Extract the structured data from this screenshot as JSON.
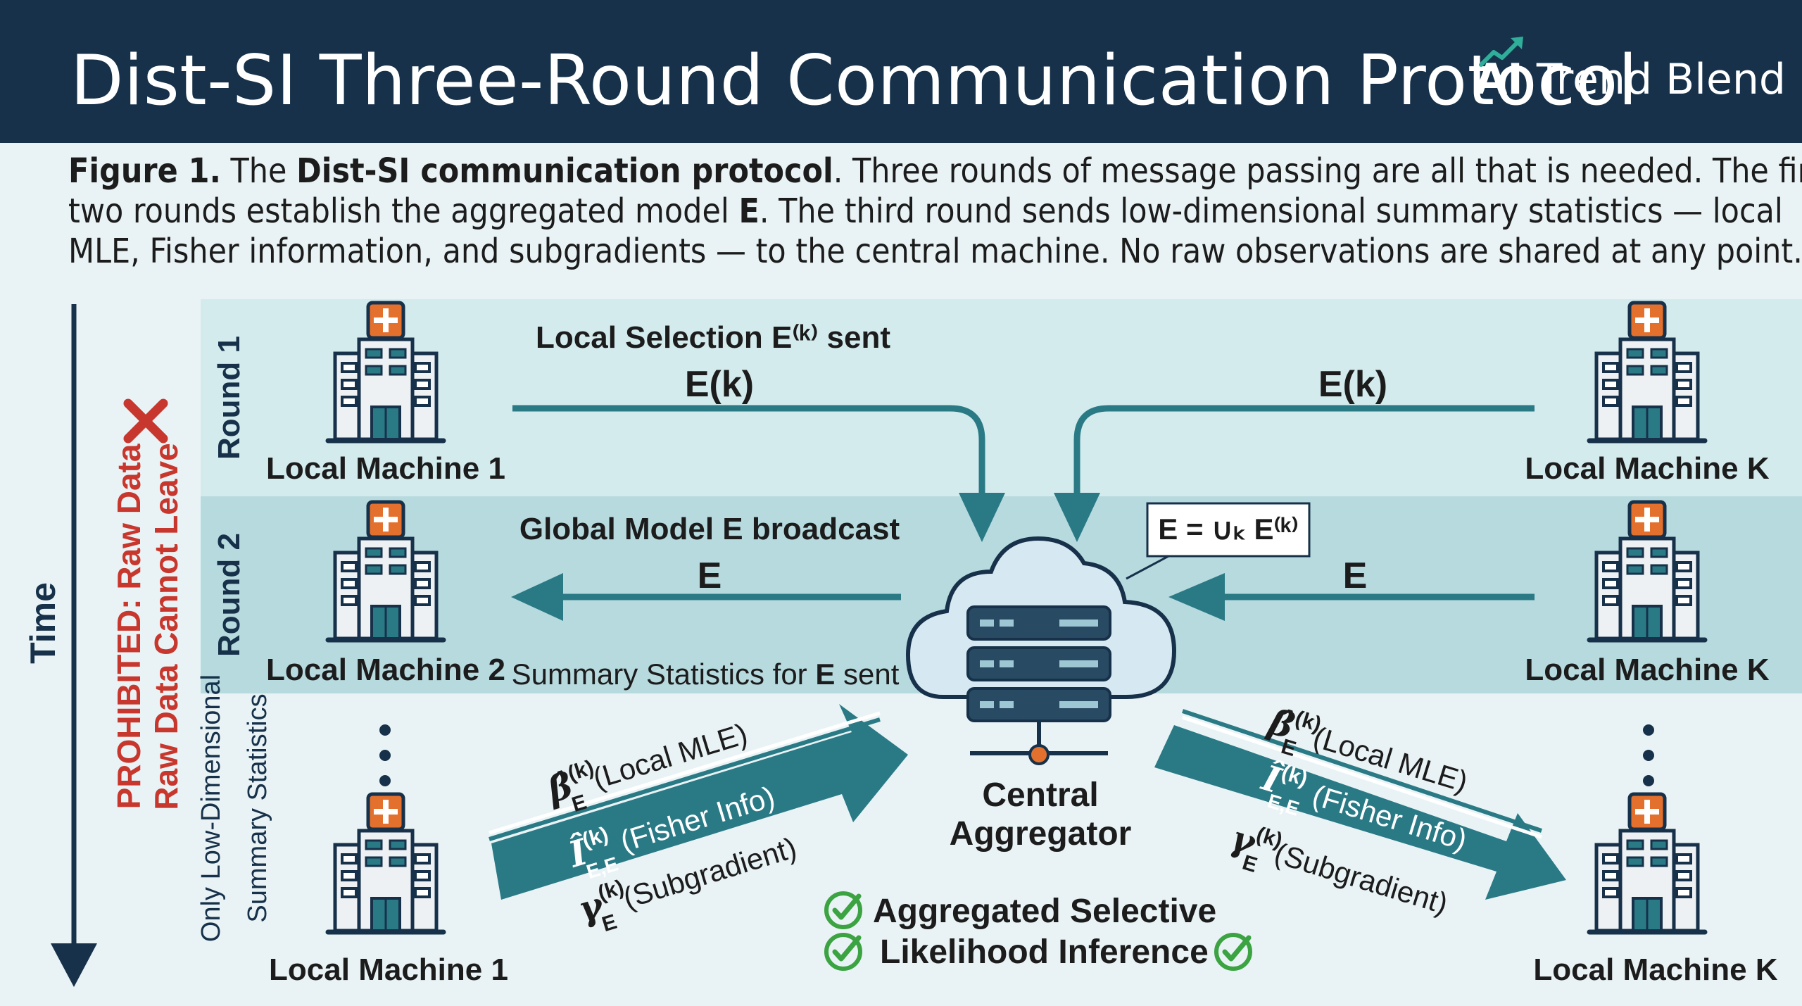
{
  "header": {
    "title": "Dist-SI Three-Round Communication Protocol",
    "logo_text": "AI Trend Blend"
  },
  "caption": {
    "fig_label": "Figure 1.",
    "lead": "The",
    "bold_title": "Dist-SI communication protocol",
    "l1_rest": ". Three rounds of message passing are all that is needed. The first",
    "l2_a": "two rounds establish the aggregated model",
    "l2_b": "E",
    "l2_c": ". The third round sends low-dimensional summary statistics — local",
    "l3": "MLE, Fisher information, and subgradients — to the central machine. No raw observations are shared at any point."
  },
  "side": {
    "time": "Time",
    "prohibited_1": "PROHIBITED: Raw Data",
    "prohibited_2": "Raw Data Cannot Leave",
    "low_dim_1": "Only Low-Dimensional",
    "low_dim_2": "Summary Statistics"
  },
  "rounds": {
    "r1": "Round 1",
    "r2": "Round 2"
  },
  "machines": {
    "m1": "Local Machine 1",
    "m2": "Local Machine 2",
    "mk": "Local Machine K"
  },
  "messages": {
    "r1_header": "Local Selection E⁽ᵏ⁾ sent",
    "ek": "E(k)",
    "r2_header": "Global Model E broadcast",
    "e": "E",
    "union_formula": "E = ∪ₖ E⁽ᵏ⁾",
    "r3_header_a": "Summary Statistics for ",
    "r3_header_b": "E",
    "r3_header_c": " sent",
    "mle": "(Local MLE)",
    "fisher": "(Fisher Info)",
    "subgrad": "(Subgradient)"
  },
  "center": {
    "label_1": "Central",
    "label_2": "Aggregator",
    "result_1": "Aggregated Selective",
    "result_2": "Likelihood Inference"
  },
  "colors": {
    "navy": "#163149",
    "teal": "#2a7a86",
    "round1_band": "#d4ebee",
    "round2_band": "#b7dadf",
    "red": "#c8372d",
    "orange": "#e4702e",
    "green": "#3ba341"
  },
  "icons": [
    "hospital-icon",
    "cloud-server-icon",
    "check-icon",
    "cross-icon",
    "trend-arrow-icon"
  ]
}
